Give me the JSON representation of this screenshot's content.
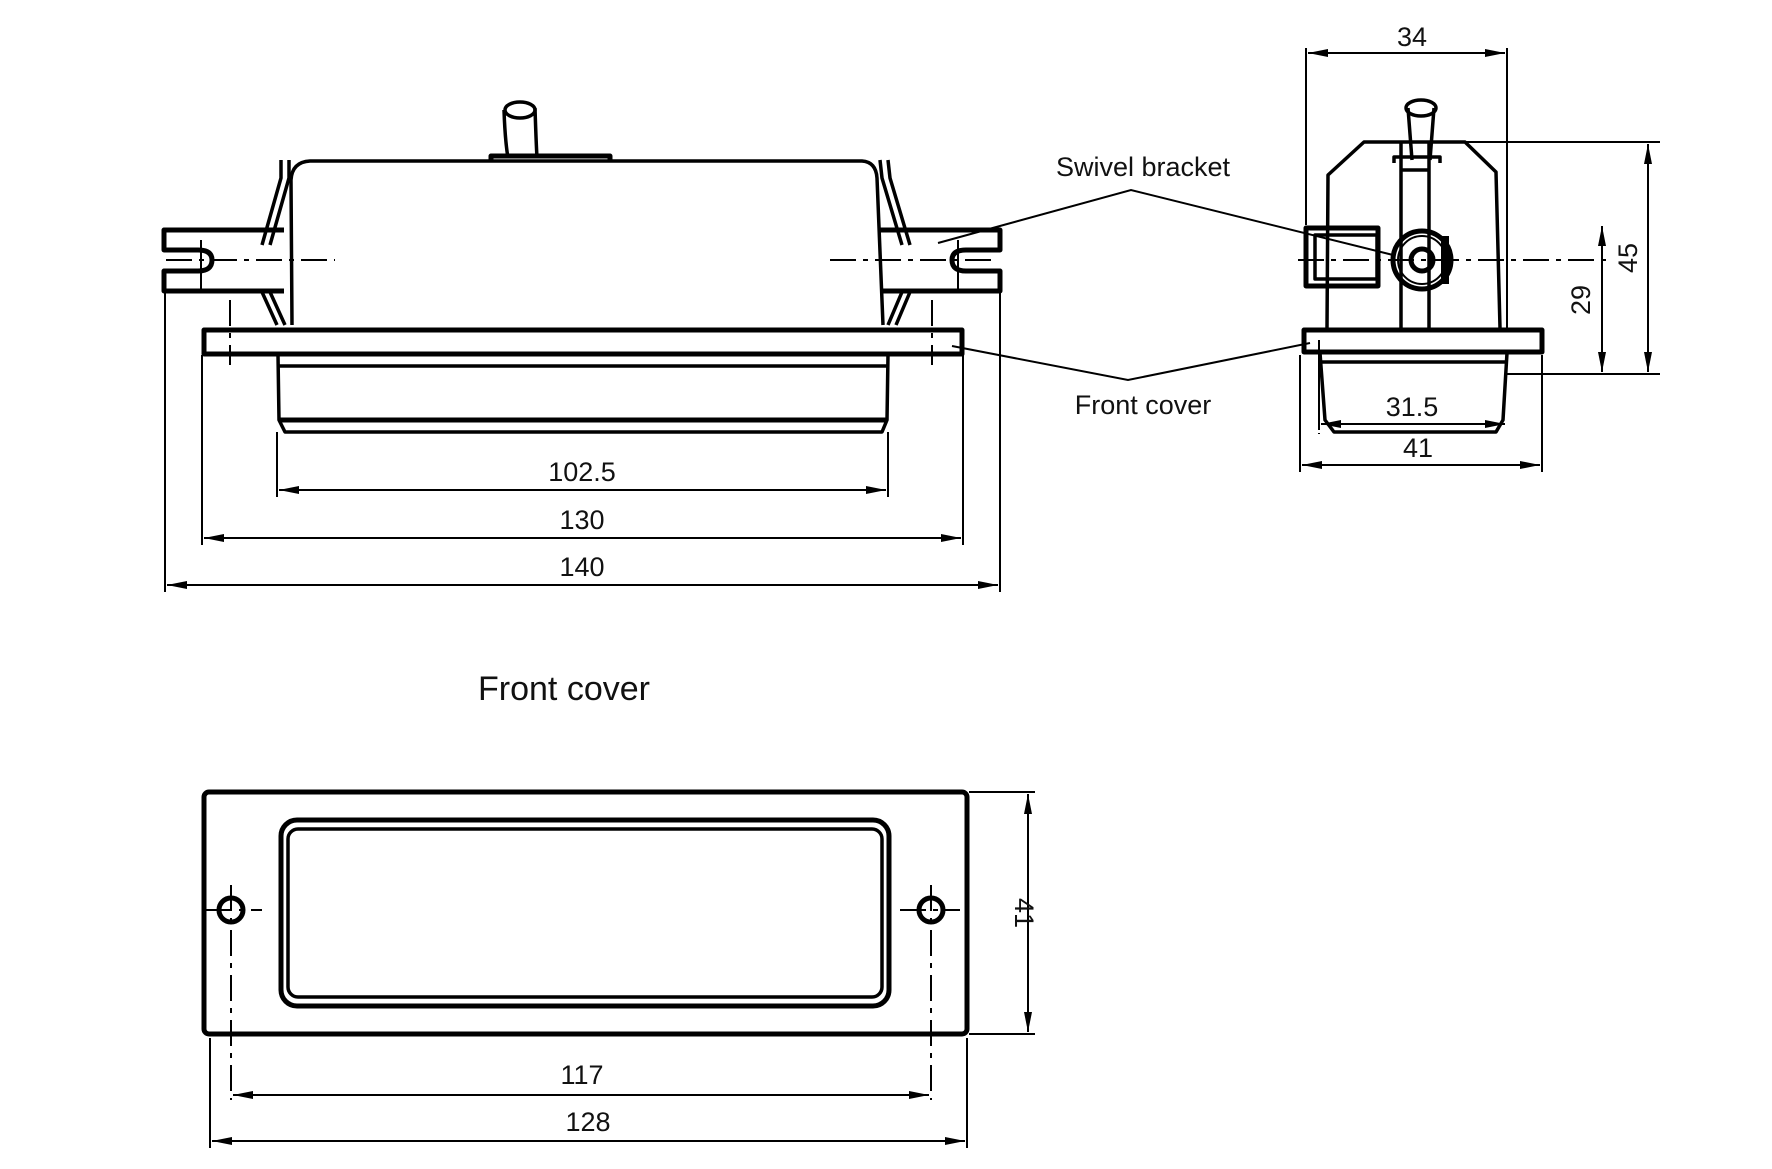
{
  "drawing": {
    "callouts": {
      "swivel_bracket": "Swivel bracket",
      "front_cover": "Front cover"
    },
    "front_view": {
      "dimensions": {
        "inner_width": "102.5",
        "plate_width": "130",
        "overall_width": "140"
      }
    },
    "side_view": {
      "dimensions": {
        "top_width": "34",
        "height_overall": "45",
        "height_to_axis": "29",
        "bottom_width": "31.5",
        "plate_width": "41"
      }
    },
    "front_cover_view": {
      "title": "Front cover",
      "dimensions": {
        "height": "41",
        "hole_spacing": "117",
        "overall_width": "128"
      }
    }
  }
}
